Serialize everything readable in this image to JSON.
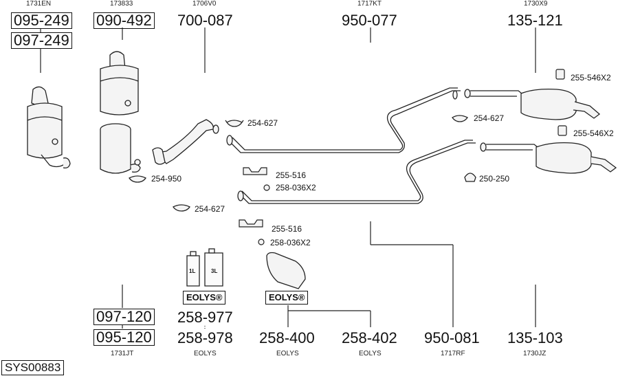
{
  "refs": {
    "r1731EN": "1731EN",
    "r173833": "173833",
    "r1706V0": "1706V0",
    "r1717KT": "1717KT",
    "r1730X9": "1730X9",
    "r1731JT": "1731JT",
    "rEOLYS1": "EOLYS",
    "rEOLYS2": "EOLYS",
    "rEOLYS3": "EOLYS",
    "r1717RF": "1717RF",
    "r1730JZ": "1730JZ"
  },
  "parts": {
    "p095249": "095-249",
    "p097249": "097-249",
    "p090492": "090-492",
    "p700087": "700-087",
    "p950077": "950-077",
    "p135121": "135-121",
    "p097120": "097-120",
    "p095120": "095-120",
    "p258977": "258-977",
    "p258978": "258-978",
    "p258400": "258-400",
    "p258402": "258-402",
    "p950081": "950-081",
    "p135103": "135-103"
  },
  "labels": {
    "l255546a": "255-546X2",
    "l255546b": "255-546X2",
    "l254627a": "254-627",
    "l254627b": "254-627",
    "l254627c": "254-627",
    "l254950": "254-950",
    "l255516a": "255-516",
    "l258036a": "258-036X2",
    "l255516b": "255-516",
    "l258036b": "258-036X2",
    "l250250": "250-250"
  },
  "containers": {
    "c1": "1L",
    "c2": "3L"
  },
  "eolys": {
    "e1": "EOLYS®",
    "e2": "EOLYS®"
  },
  "diagram_id": "SYS00883"
}
